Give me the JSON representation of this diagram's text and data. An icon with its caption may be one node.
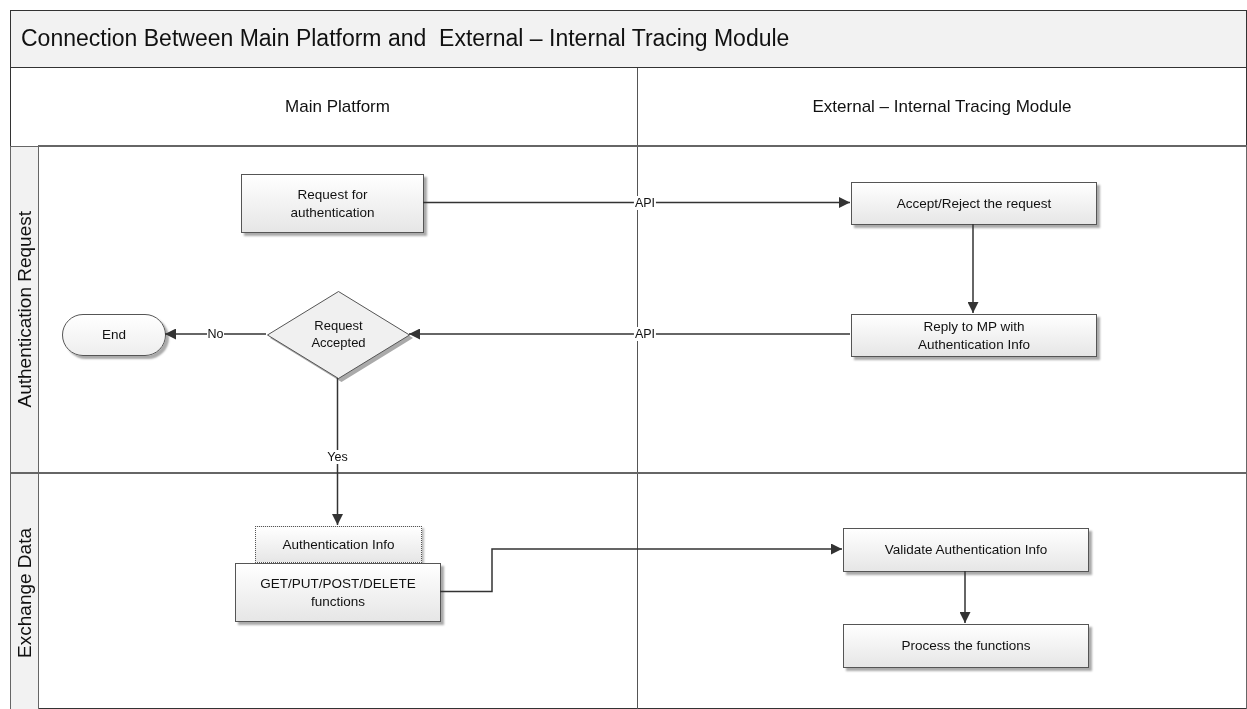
{
  "diagram": {
    "title": "Connection Between Main Platform and  External – Internal Tracing Module",
    "nodes": [
      {
        "text": [
          "Main Platform"
        ]
      },
      {
        "text": [
          "External – Internal Tracing Module"
        ]
      },
      {
        "text": [
          "Authentication Request"
        ]
      },
      {
        "text": [
          "Request for authentication"
        ],
        "in": 2
      },
      {
        "text": [
          "Accept/Reject the request"
        ],
        "in": 2
      },
      {
        "text": [
          "End"
        ],
        "in": 2
      },
      {
        "text": [
          "Request Accepted"
        ],
        "in": 2
      },
      {
        "text": [
          "Reply to MP with Authentication Info"
        ],
        "in": 2
      },
      {
        "text": [
          "Exchange Data"
        ]
      },
      {
        "text": [
          "Authentication Info"
        ],
        "in": 8
      },
      {
        "text": [
          "GET/PUT/POST/DELETE functions"
        ],
        "in": 8
      },
      {
        "text": [
          "Validate Authentication Info"
        ],
        "in": 8
      },
      {
        "text": [
          "Process the functions"
        ],
        "in": 8
      }
    ],
    "edges": [
      {
        "from": 3,
        "to": 4,
        "arrow": "to",
        "label": "API"
      },
      {
        "from": 4,
        "to": 7,
        "arrow": "to"
      },
      {
        "from": 7,
        "to": 6,
        "arrow": "to",
        "label": "API"
      },
      {
        "from": 6,
        "to": 5,
        "arrow": "to",
        "label": "No"
      },
      {
        "from": 6,
        "to": 9,
        "arrow": "to",
        "label": "Yes"
      },
      {
        "from": 10,
        "to": 11,
        "arrow": "to"
      },
      {
        "from": 11,
        "to": 12,
        "arrow": "to"
      }
    ]
  }
}
